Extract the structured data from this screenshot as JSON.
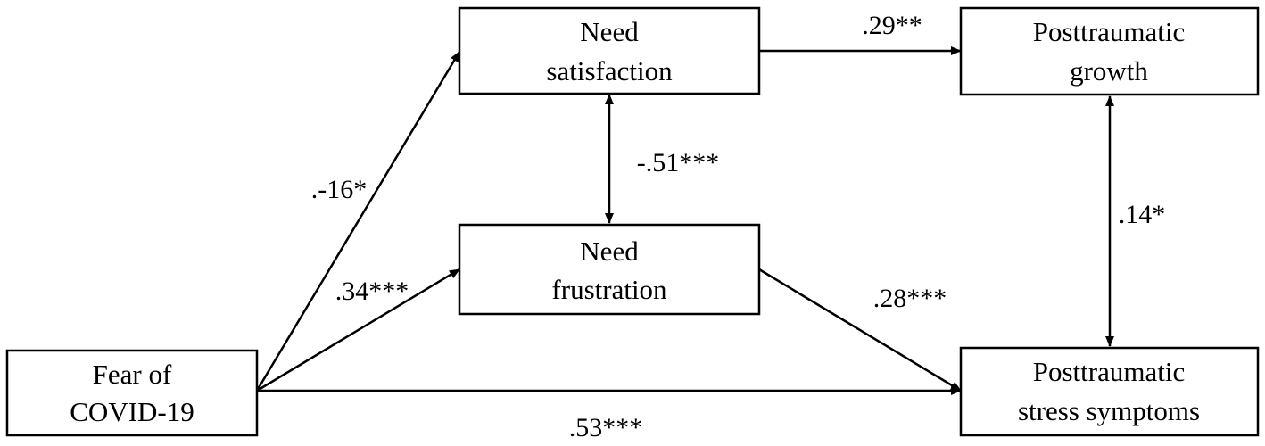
{
  "nodes": {
    "fear": {
      "line1": "Fear of",
      "line2": "COVID-19"
    },
    "satisfaction": {
      "line1": "Need",
      "line2": "satisfaction"
    },
    "frustration": {
      "line1": "Need",
      "line2": "frustration"
    },
    "growth": {
      "line1": "Posttraumatic",
      "line2": "growth"
    },
    "stress": {
      "line1": "Posttraumatic",
      "line2": "stress symptoms"
    }
  },
  "paths": {
    "fear_to_satisfaction": ".-16*",
    "fear_to_frustration": ".34***",
    "fear_to_stress": ".53***",
    "satisfaction_to_growth": ".29**",
    "frustration_to_stress": ".28***",
    "satisfaction_with_frustration": "-.51***",
    "growth_with_stress": ".14*"
  }
}
